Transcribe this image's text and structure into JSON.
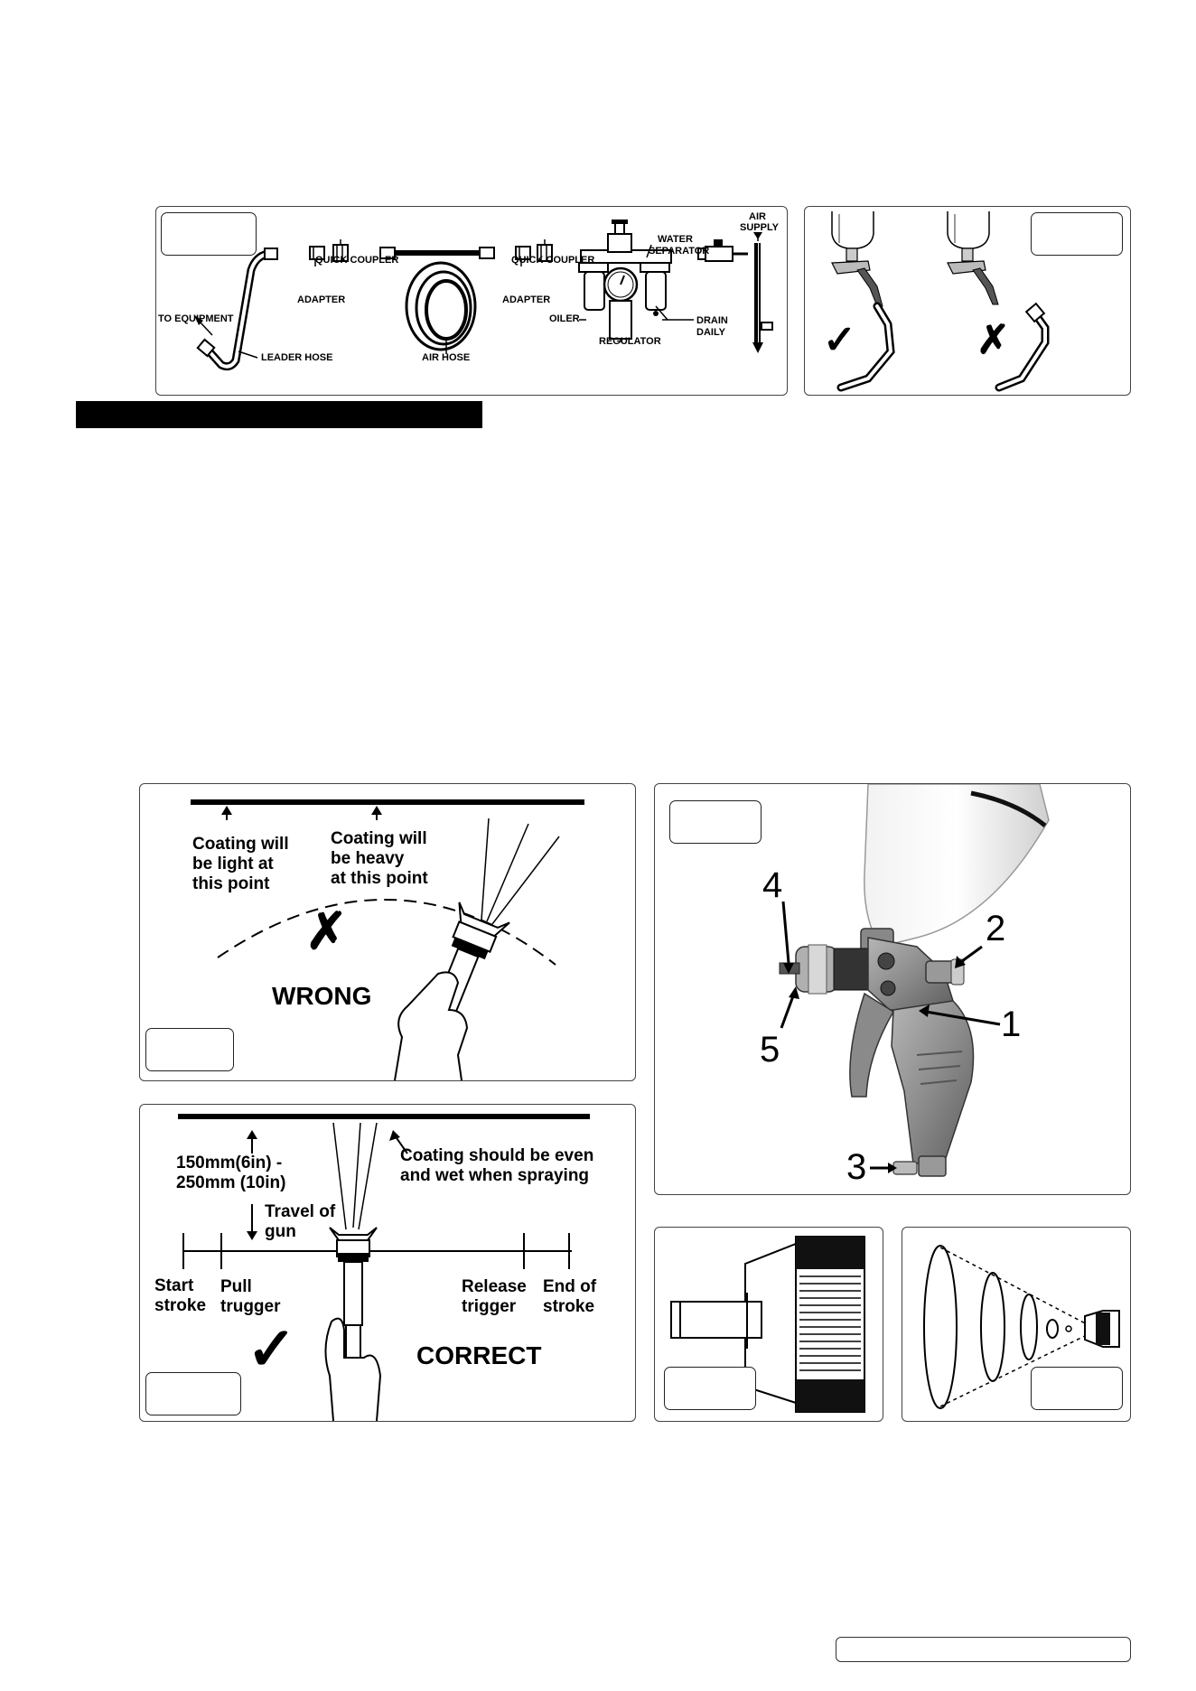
{
  "figure1": {
    "labels": {
      "to_equipment": "TO EQUIPMENT",
      "quick_coupler_left": "QUICK COUPLER",
      "adapter_left": "ADAPTER",
      "leader_hose": "LEADER HOSE",
      "air_hose": "AIR HOSE",
      "quick_coupler_right": "QUICK COUPLER",
      "adapter_right": "ADAPTER",
      "oiler": "OILER",
      "regulator": "REGULATOR",
      "water": "WATER",
      "separator": "SEPARATOR",
      "air": "AIR",
      "supply": "SUPPLY",
      "drain": "DRAIN",
      "daily": "DAILY"
    }
  },
  "figure2": {
    "check": "✓",
    "cross": "✗"
  },
  "wrong_panel": {
    "light_l1": "Coating will",
    "light_l2": "be light at",
    "light_l3": "this point",
    "heavy_l1": "Coating will",
    "heavy_l2": "be heavy",
    "heavy_l3": "at this point",
    "mark": "✗",
    "word": "WRONG"
  },
  "correct_panel": {
    "dist_l1": "150mm(6in) -",
    "dist_l2": "250mm (10in)",
    "even_l1": "Coating should be even",
    "even_l2": "and wet when spraying",
    "travel_l1": "Travel of",
    "travel_l2": "gun",
    "start_l1": "Start",
    "start_l2": "stroke",
    "pull_l1": "Pull",
    "pull_l2": "trugger",
    "release_l1": "Release",
    "release_l2": "trigger",
    "end_l1": "End of",
    "end_l2": "stroke",
    "mark": "✓",
    "word": "CORRECT"
  },
  "gun_panel": {
    "n1": "1",
    "n2": "2",
    "n3": "3",
    "n4": "4",
    "n5": "5"
  }
}
